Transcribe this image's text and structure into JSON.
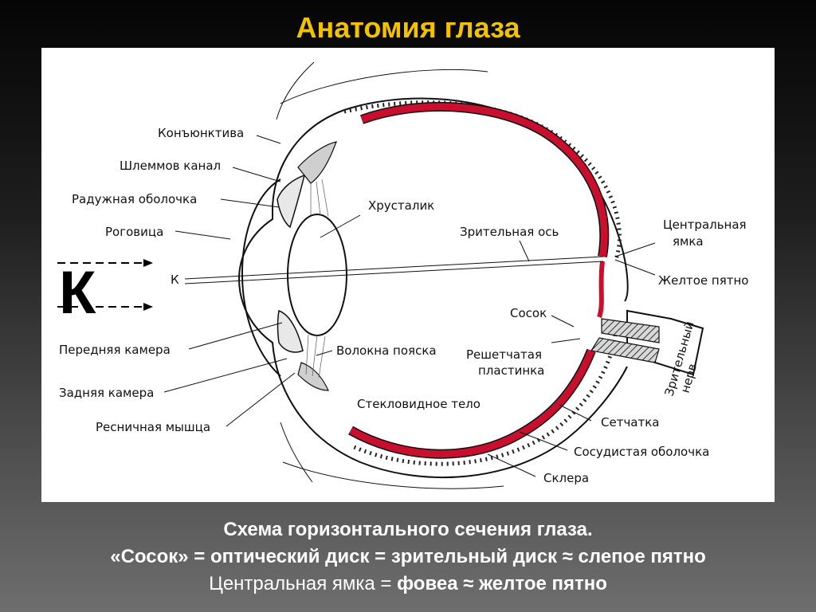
{
  "title": "Анатомия глаза",
  "diagram": {
    "letter": "К",
    "axis_letter": "К",
    "labels": {
      "conjunctiva": "Конъюнктива",
      "schlemm_canal": "Шлеммов канал",
      "iris": "Радужная оболочка",
      "cornea": "Роговица",
      "lens": "Хрусталик",
      "visual_axis": "Зрительная ось",
      "fovea_1": "Центральная",
      "fovea_2": "ямка",
      "macula": "Желтое пятно",
      "papilla": "Сосок",
      "lamina_1": "Решетчатая",
      "lamina_2": "пластинка",
      "anterior_chamber": "Передняя камера",
      "zonule": "Волокна пояска",
      "posterior_chamber": "Задняя камера",
      "vitreous": "Стекловидное тело",
      "ciliary_muscle": "Ресничная мышца",
      "retina": "Сетчатка",
      "choroid": "Сосудистая оболочка",
      "sclera": "Склера",
      "optic_nerve_1": "Зрительный",
      "optic_nerve_2": "нерв"
    }
  },
  "caption": {
    "line1": "Схема горизонтального сечения глаза.",
    "line2": "«Сосок» = оптический диск = зрительный диск ≈ слепое пятно",
    "line3_a": "Центральная ямка = ",
    "line3_b": "фовеа ≈ желтое пятно"
  },
  "colors": {
    "title": "#f2c200",
    "retina_red": "#c8102e",
    "panel": "#ffffff"
  }
}
